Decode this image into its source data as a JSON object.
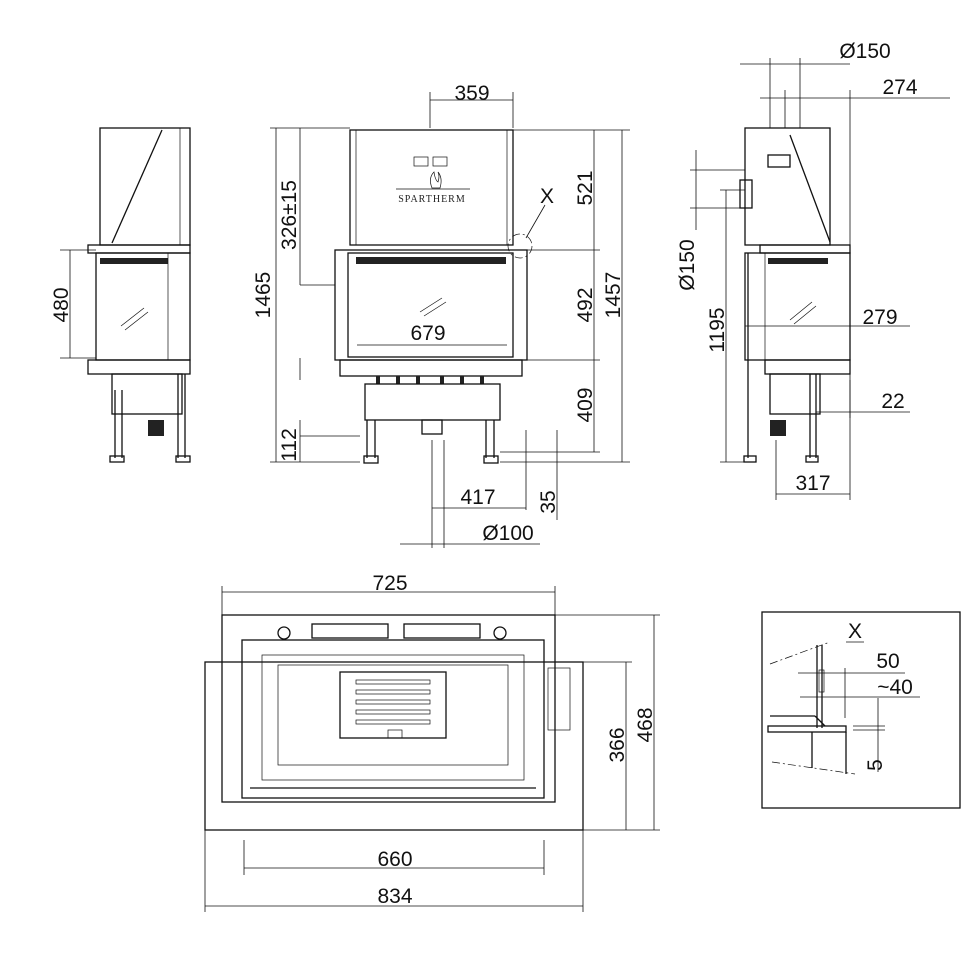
{
  "drawing": {
    "brand_logo": "SPARTHERM",
    "front_view": {
      "dims": {
        "d359": "359",
        "d326": "326±15",
        "d1465": "1465",
        "d521": "521",
        "detail_ref": "X",
        "d492": "492",
        "d1457": "1457",
        "d679": "679",
        "d409": "409",
        "d112": "112",
        "d417": "417",
        "d35": "35",
        "d100": "Ø100"
      }
    },
    "left_view": {
      "dims": {
        "d480": "480"
      }
    },
    "right_view": {
      "dims": {
        "d150_top": "Ø150",
        "d274": "274",
        "d150_side": "Ø150",
        "d1195": "1195",
        "d279": "279",
        "d22": "22",
        "d317": "317"
      }
    },
    "plan_view": {
      "dims": {
        "d725": "725",
        "d468": "468",
        "d366": "366",
        "d660": "660",
        "d834": "834"
      }
    },
    "detail_x": {
      "dims": {
        "title": "X",
        "d50": "50",
        "d40": "~40",
        "d5": "5"
      }
    }
  }
}
